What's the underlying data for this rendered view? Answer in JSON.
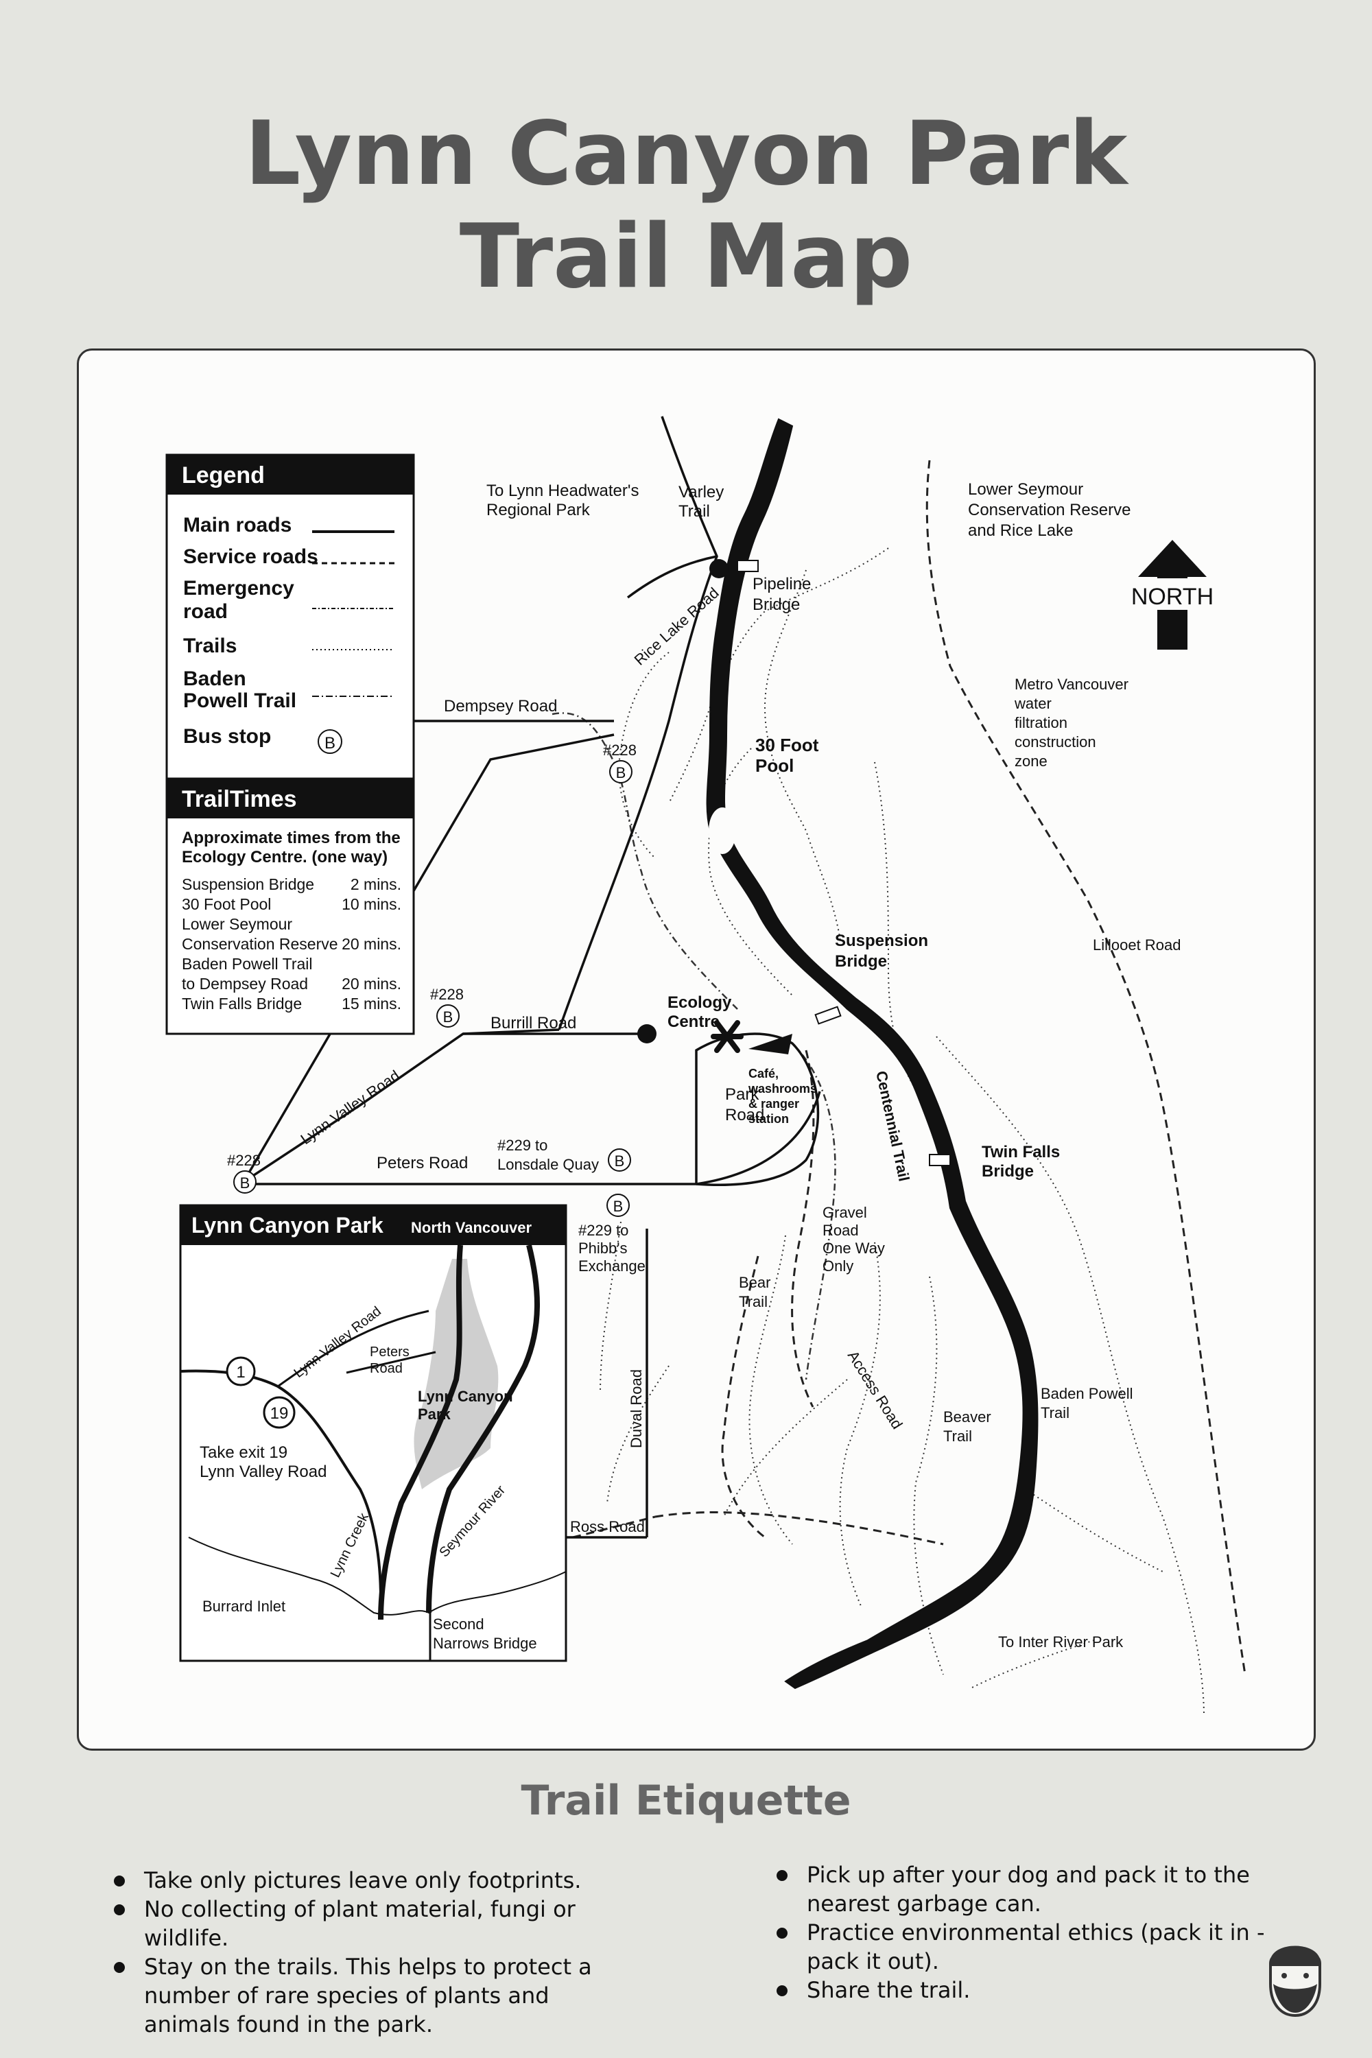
{
  "title_line1": "Lynn Canyon Park",
  "title_line2": "Trail Map",
  "legend": {
    "header": "Legend",
    "items": [
      "Main roads",
      "Service roads",
      "Emergency",
      "road",
      "Trails",
      "Baden",
      "Powell Trail",
      "Bus stop"
    ],
    "bus_symbol": "B"
  },
  "trail_times": {
    "header": "TrailTimes",
    "intro1": "Approximate times from the",
    "intro2": "Ecology Centre. (one way)",
    "rows": [
      {
        "place": "Suspension Bridge",
        "time": "2 mins."
      },
      {
        "place": "30 Foot Pool",
        "time": "10 mins."
      },
      {
        "place": "Lower Seymour",
        "time": ""
      },
      {
        "place": "Conservation Reserve",
        "time": "20 mins."
      },
      {
        "place": "Baden Powell Trail",
        "time": ""
      },
      {
        "place": "to Dempsey Road",
        "time": "20 mins."
      },
      {
        "place": "Twin Falls Bridge",
        "time": "15 mins."
      }
    ]
  },
  "labels": {
    "headwaters1": "To Lynn Headwater's",
    "headwaters2": "Regional Park",
    "varley1": "Varley",
    "varley2": "Trail",
    "seymour1": "Lower Seymour",
    "seymour2": "Conservation Reserve",
    "seymour3": "and Rice Lake",
    "north": "NORTH",
    "pipeline1": "Pipeline",
    "pipeline2": "Bridge",
    "rice_lake_road": "Rice Lake Road",
    "dempsey_road": "Dempsey Road",
    "bus228": "#228",
    "pool1": "30 Foot",
    "pool2": "Pool",
    "metro1": "Metro Vancouver",
    "metro2": "water",
    "metro3": "filtration",
    "metro4": "construction",
    "metro5": "zone",
    "lillooet": "Lillooet Road",
    "suspension1": "Suspension",
    "suspension2": "Bridge",
    "ecology1": "Ecology",
    "ecology2": "Centre",
    "burrill": "Burrill Road",
    "cafe1": "Café,",
    "cafe2": "washrooms",
    "cafe3": "& ranger",
    "cafe4": "station",
    "park_road1": "Park",
    "park_road2": "Road",
    "centennial": "Centennial Trail",
    "twinfalls1": "Twin Falls",
    "twinfalls2": "Bridge",
    "lynn_valley_road": "Lynn Valley Road",
    "peters_road": "Peters Road",
    "bus229a1": "#229 to",
    "bus229a2": "Lonsdale Quay",
    "bus229b1": "#229 to",
    "bus229b2": "Phibb's",
    "bus229b3": "Exchange",
    "gravel1": "Gravel",
    "gravel2": "Road",
    "gravel3": "One Way",
    "gravel4": "Only",
    "bear1": "Bear",
    "bear2": "Trail",
    "access_road": "Access Road",
    "duval_road": "Duval Road",
    "beaver1": "Beaver",
    "beaver2": "Trail",
    "baden1": "Baden Powell",
    "baden2": "Trail",
    "ross_road": "Ross Road",
    "inter_river": "To Inter River Park"
  },
  "inset": {
    "title": "Lynn Canyon Park",
    "subtitle": "North Vancouver",
    "hwy1": "1",
    "exit19": "19",
    "lynn_valley_road": "Lynn Valley Road",
    "peters1": "Peters",
    "peters2": "Road",
    "park1": "Lynn Canyon",
    "park2": "Park",
    "exit_note1": "Take exit 19",
    "exit_note2": "Lynn Valley Road",
    "lynn_creek": "Lynn Creek",
    "seymour_river": "Seymour River",
    "burrard": "Burrard Inlet",
    "narrows1": "Second",
    "narrows2": "Narrows Bridge"
  },
  "etiquette": {
    "title": "Trail Etiquette",
    "left": [
      "Take only pictures leave only footprints.",
      "No collecting of plant material, fungi or wildlife.",
      "Stay on the trails. This helps to protect a number of rare species of plants and animals found in the park."
    ],
    "right": [
      "Pick up after your dog and pack it to the nearest garbage can.",
      "Practice environmental ethics (pack it in - pack it out).",
      "Share the trail."
    ]
  },
  "colors": {
    "background": "#e4e5e0",
    "panel": "#fcfcfb",
    "ink": "#111111",
    "park_fill": "#cfcfcf"
  }
}
